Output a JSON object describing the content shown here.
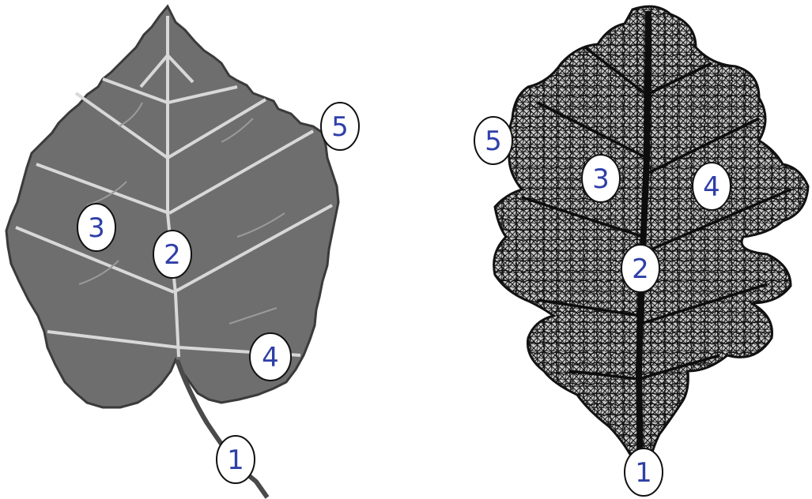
{
  "colors": {
    "label_ink": "#2f3fa8",
    "label_bg": "#ffffff",
    "leaf_left_fill": "#6e6e6e",
    "leaf_left_outline": "#3a3a3a",
    "leaf_right_ink": "#1b1b1b"
  },
  "leaves": [
    {
      "name": "birch-leaf",
      "labels": [
        "1",
        "2",
        "3",
        "4",
        "5"
      ]
    },
    {
      "name": "oak-leaf",
      "labels": [
        "1",
        "2",
        "3",
        "4",
        "5"
      ]
    }
  ]
}
